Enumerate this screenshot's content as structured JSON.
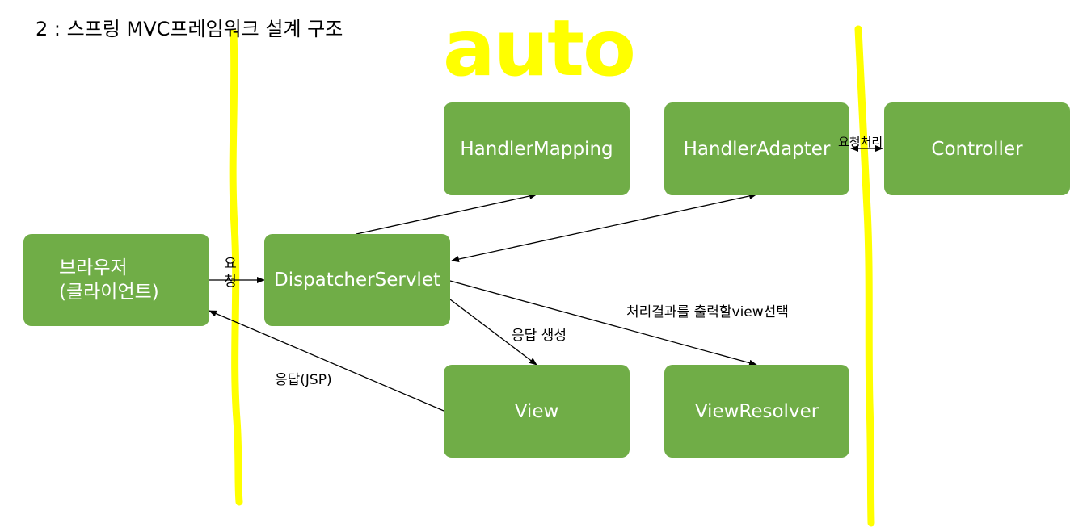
{
  "title": "2 : 스프링 MVC프레임워크 설계 구조",
  "annotation": "auto",
  "boxes": {
    "browser_line1": "브라우저",
    "browser_line2": "(클라이언트)",
    "dispatcher": "DispatcherServlet",
    "handler_mapping": "HandlerMapping",
    "handler_adapter": "HandlerAdapter",
    "controller": "Controller",
    "view": "View",
    "view_resolver": "ViewResolver"
  },
  "labels": {
    "request": "요청",
    "request_processing": "요청처리",
    "select_view": "처리결과를 출력할view선택",
    "response_generation": "응답 생성",
    "response_jsp": "응답(JSP)"
  },
  "colors": {
    "box_fill": "#70ad47",
    "box_text": "#ffffff",
    "highlighter": "#ffff00",
    "arrow": "#000000"
  }
}
